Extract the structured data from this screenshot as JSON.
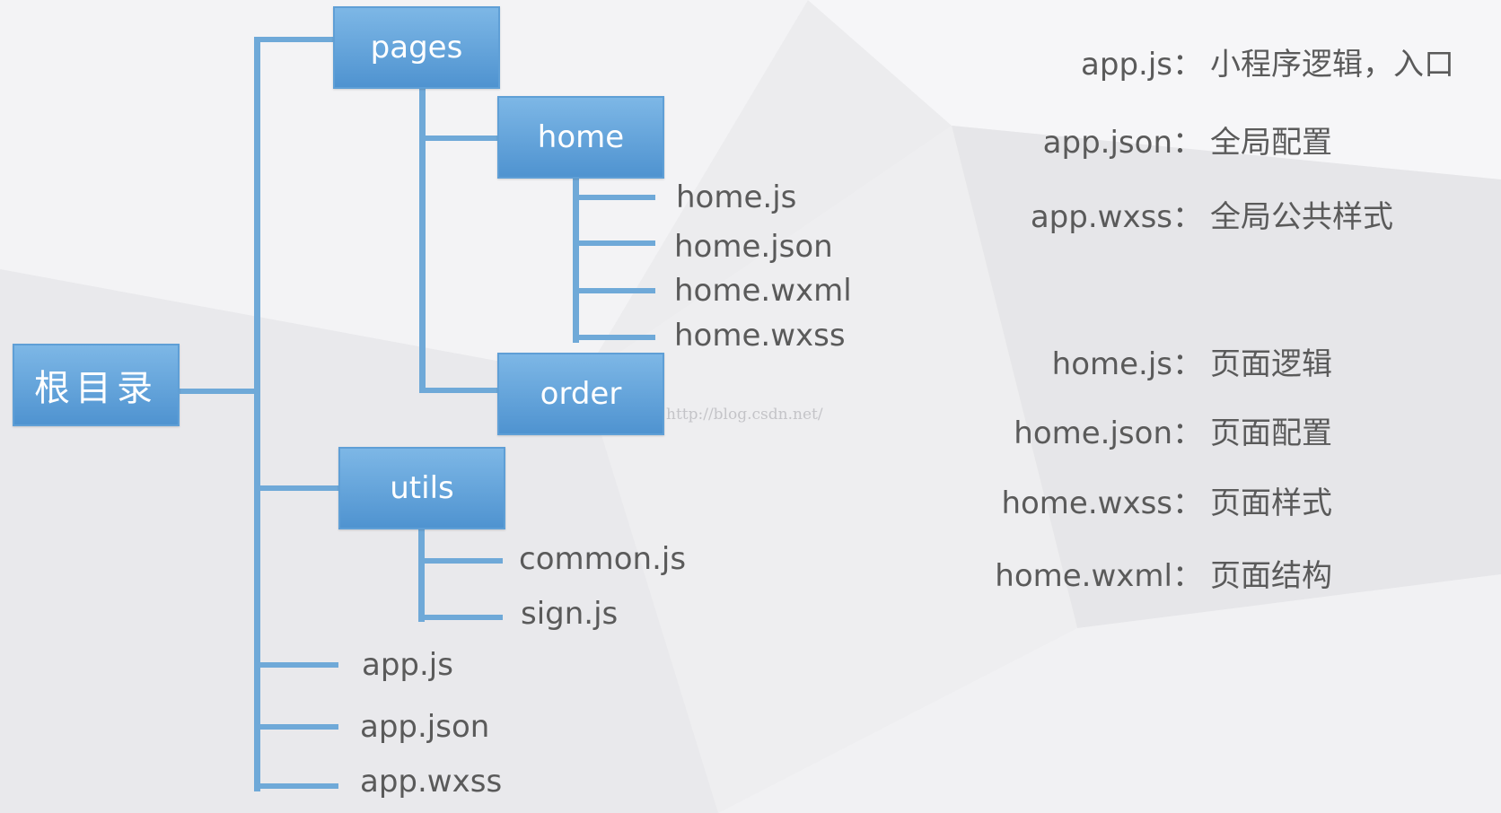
{
  "tree": {
    "root": "根目录",
    "pages": "pages",
    "home": "home",
    "home_files": [
      "home.js",
      "home.json",
      "home.wxml",
      "home.wxss"
    ],
    "order": "order",
    "utils": "utils",
    "utils_files": [
      "common.js",
      "sign.js"
    ],
    "root_files": [
      "app.js",
      "app.json",
      "app.wxss"
    ]
  },
  "app_descriptions": [
    {
      "key": "app.js：",
      "value": "小程序逻辑，入口"
    },
    {
      "key": "app.json：",
      "value": "全局配置"
    },
    {
      "key": "app.wxss：",
      "value": "全局公共样式"
    }
  ],
  "page_descriptions": [
    {
      "key": "home.js：",
      "value": "页面逻辑"
    },
    {
      "key": "home.json：",
      "value": "页面配置"
    },
    {
      "key": "home.wxss：",
      "value": "页面样式"
    },
    {
      "key": "home.wxml：",
      "value": "页面结构"
    }
  ],
  "watermark": "http://blog.csdn.net/",
  "colors": {
    "node": "#5b9bd5",
    "line": "#6fa9d8",
    "text": "#5a5a5a"
  }
}
